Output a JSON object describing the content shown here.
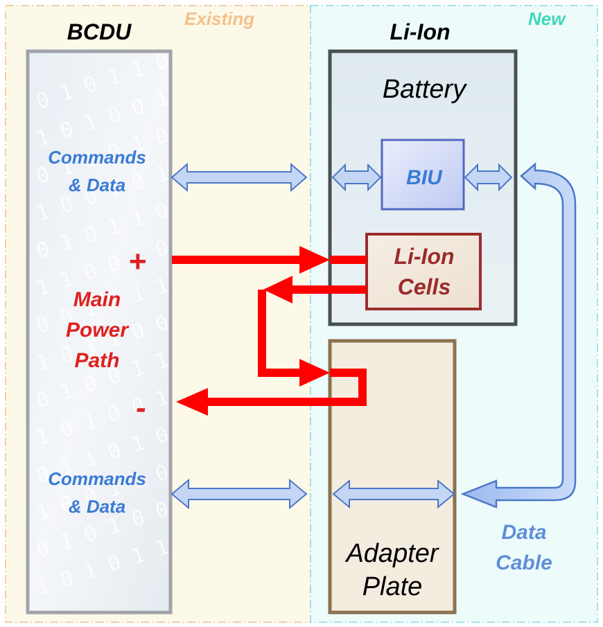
{
  "regions": {
    "existing": {
      "label": "Existing",
      "fill": "#fdf9e8",
      "border": "#f0c08a",
      "label_color": "#f4c08c"
    },
    "new": {
      "label": "New",
      "fill": "#eefbfb",
      "border": "#8ad8e8",
      "label_color": "#40d8b8"
    }
  },
  "bcdu": {
    "title": "BCDU",
    "commands_top": [
      "Commands",
      "& Data"
    ],
    "commands_bottom": [
      "Commands",
      "& Data"
    ],
    "main_power_path": [
      "Main",
      "Power",
      "Path"
    ],
    "plus": "+",
    "minus": "-",
    "background_bits": [
      "0 1 0 1 1 0 1",
      "1 0 1 0 0 1 0",
      "0 1 1 0 1 0 1",
      "1 0 0 1 0 1 1",
      "0 1 0 1 1 0 0",
      "1 1 0 0 1 0 1",
      "0 0 1 0 1 1 0",
      "1 0 1 1 0 0 1",
      "0 1 0 0 1 1 0",
      "1 0 1 0 0 1 1",
      "0 1 1 0 1 0 0",
      "1 0 0 1 1 0 1",
      "0 1 0 1 0 0 1",
      "1 0 1 0 1 1 0"
    ]
  },
  "liion": {
    "title": "Li-Ion",
    "battery": "Battery",
    "biu": "BIU",
    "cells": [
      "Li-Ion",
      "Cells"
    ]
  },
  "adapter": {
    "label": [
      "Adapter",
      "Plate"
    ]
  },
  "data_cable": [
    "Data",
    "Cable"
  ],
  "colors": {
    "blue_text": "#3a7bd5",
    "red": "#ff0000",
    "dark_red": "#9b2b2b",
    "power_label": "#e02020",
    "black": "#000000",
    "arrow_fill": "#c4d6f3",
    "arrow_stroke": "#4a78c8"
  }
}
